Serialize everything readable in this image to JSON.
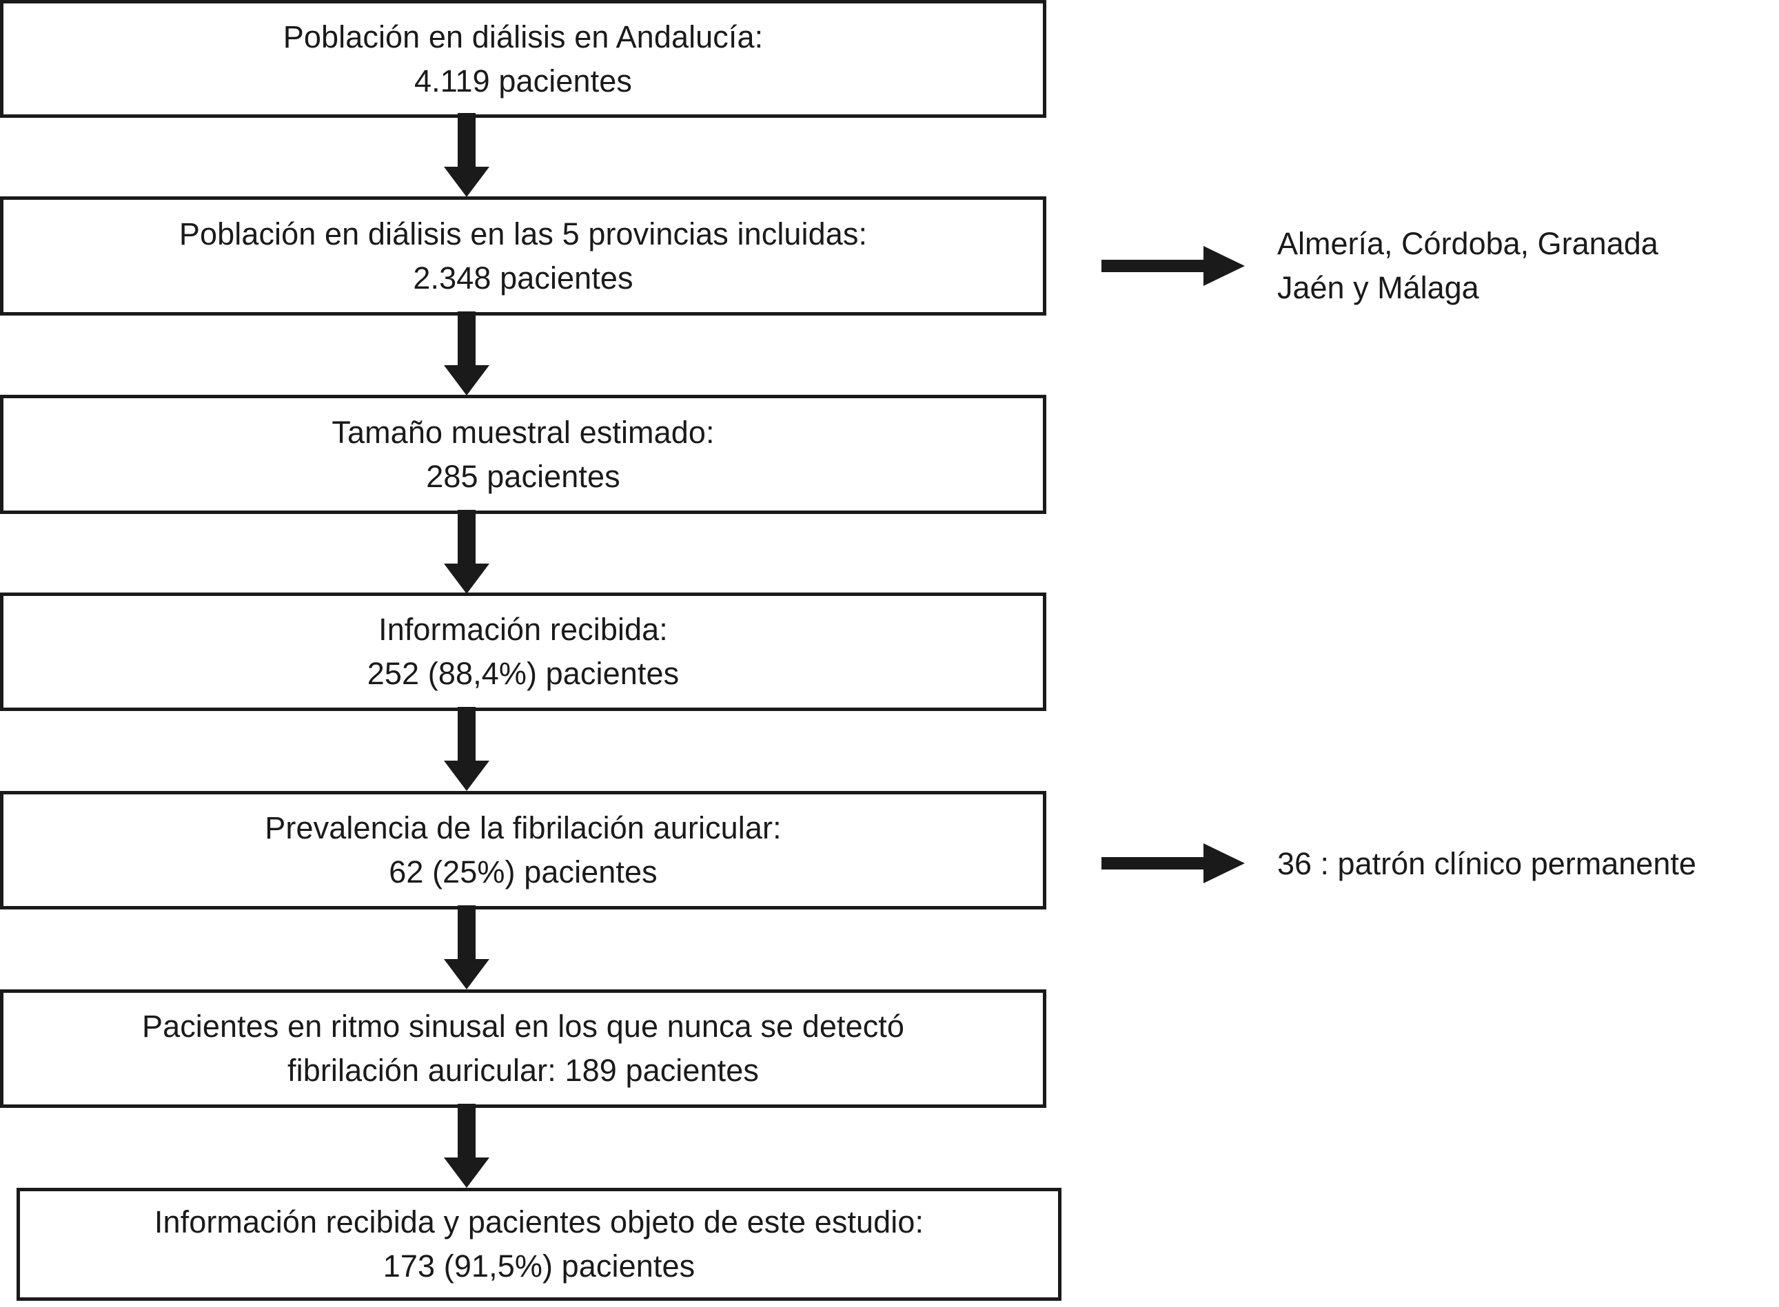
{
  "diagram": {
    "type": "flowchart",
    "orientation": "vertical",
    "language": "es",
    "colors": {
      "stroke": "#1a1a1a",
      "fill": "#ffffff",
      "text": "#1a1a1a"
    },
    "nodes": [
      {
        "id": "n1",
        "line1": "Población en diálisis en Andalucía:",
        "line2": "4.119 pacientes"
      },
      {
        "id": "n2",
        "line1": "Población en diálisis en las 5 provincias incluidas:",
        "line2": "2.348 pacientes"
      },
      {
        "id": "n3",
        "line1": "Tamaño muestral estimado:",
        "line2": "285 pacientes"
      },
      {
        "id": "n4",
        "line1": "Información recibida:",
        "line2": "252 (88,4%) pacientes"
      },
      {
        "id": "n5",
        "line1": "Prevalencia de la fibrilación auricular:",
        "line2": "62 (25%) pacientes"
      },
      {
        "id": "n6",
        "line1": "Pacientes en ritmo sinusal en los que nunca se detectó",
        "line2": "fibrilación auricular: 189 pacientes"
      },
      {
        "id": "n7",
        "line1": "Información recibida y pacientes objeto de este estudio:",
        "line2": "173 (91,5%) pacientes"
      }
    ],
    "side_notes": [
      {
        "id": "note1",
        "source": "n2",
        "line1": "Almería, Córdoba, Granada",
        "line2": "Jaén y Málaga"
      },
      {
        "id": "note2",
        "source": "n5",
        "line1": "36 : patrón clínico permanente",
        "line2": ""
      }
    ],
    "connectors": [
      {
        "id": "c1",
        "from": "n1",
        "to": "n2",
        "direction": "down"
      },
      {
        "id": "c2",
        "from": "n2",
        "to": "n3",
        "direction": "down"
      },
      {
        "id": "c3",
        "from": "n3",
        "to": "n4",
        "direction": "down"
      },
      {
        "id": "c4",
        "from": "n4",
        "to": "n5",
        "direction": "down"
      },
      {
        "id": "c5",
        "from": "n5",
        "to": "n6",
        "direction": "down"
      },
      {
        "id": "c6",
        "from": "n6",
        "to": "n7",
        "direction": "down"
      },
      {
        "id": "c7",
        "from": "n2",
        "to": "note1",
        "direction": "right"
      },
      {
        "id": "c8",
        "from": "n5",
        "to": "note2",
        "direction": "right"
      }
    ]
  }
}
